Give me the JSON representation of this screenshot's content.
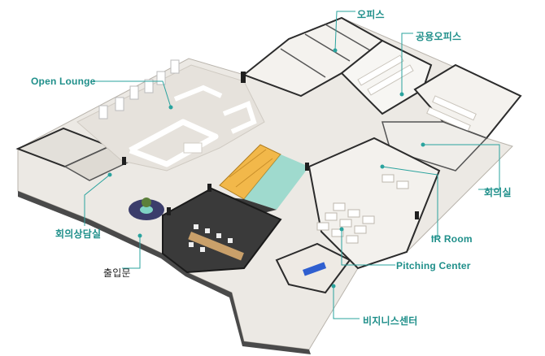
{
  "labels": {
    "open_lounge": "Open Lounge",
    "office": "오피스",
    "shared_office": "공용오피스",
    "meeting_room": "회의실",
    "ir_room": "IR Room",
    "pitching_center": "Pitching Center",
    "business_center": "비지니스센터",
    "consultation_room": "회의상담실",
    "entrance": "출입문"
  },
  "colors": {
    "accent_label": "#1f8f8a",
    "leader_line": "#2aa39e",
    "floor": "#ece9e4",
    "wall_top": "#ffffff",
    "wall_dark": "#2b2b2b",
    "pitching_floor": "#f2b84a",
    "lounge_floor": "#3a3a3a"
  }
}
